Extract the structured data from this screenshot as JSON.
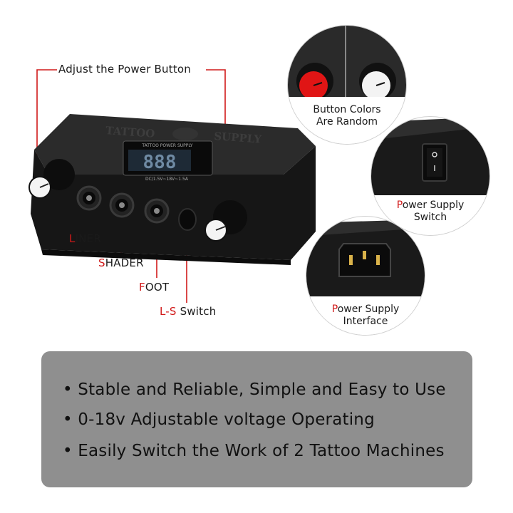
{
  "callouts": {
    "adjust": "Adjust the Power Button",
    "liner": {
      "first": "L",
      "rest": "INER"
    },
    "shader": {
      "first": "S",
      "rest": "HADER"
    },
    "foot": {
      "first": "F",
      "rest": "OOT"
    },
    "ls": {
      "first": "L-S",
      "rest": " Switch"
    }
  },
  "insets": {
    "button_colors": {
      "line1": "Button Colors",
      "line2": "Are Random"
    },
    "power_switch": {
      "first": "P",
      "line1_rest": "ower Supply",
      "line2": "Switch"
    },
    "power_interface": {
      "first": "P",
      "line1_rest": "ower Supply",
      "line2": "Interface"
    }
  },
  "device": {
    "display": "888",
    "brand": "TATTOO POWER SUPPLY",
    "spec": "DC/1.5V~18V~1.5A"
  },
  "features": [
    "• Stable and Reliable, Simple and Easy to Use",
    "• 0-18v Adjustable voltage Operating",
    "• Easily Switch the Work of 2 Tattoo Machines"
  ],
  "colors": {
    "accent": "#d11a1a",
    "panel": "#8f8f8f",
    "device": "#1c1c1c"
  }
}
